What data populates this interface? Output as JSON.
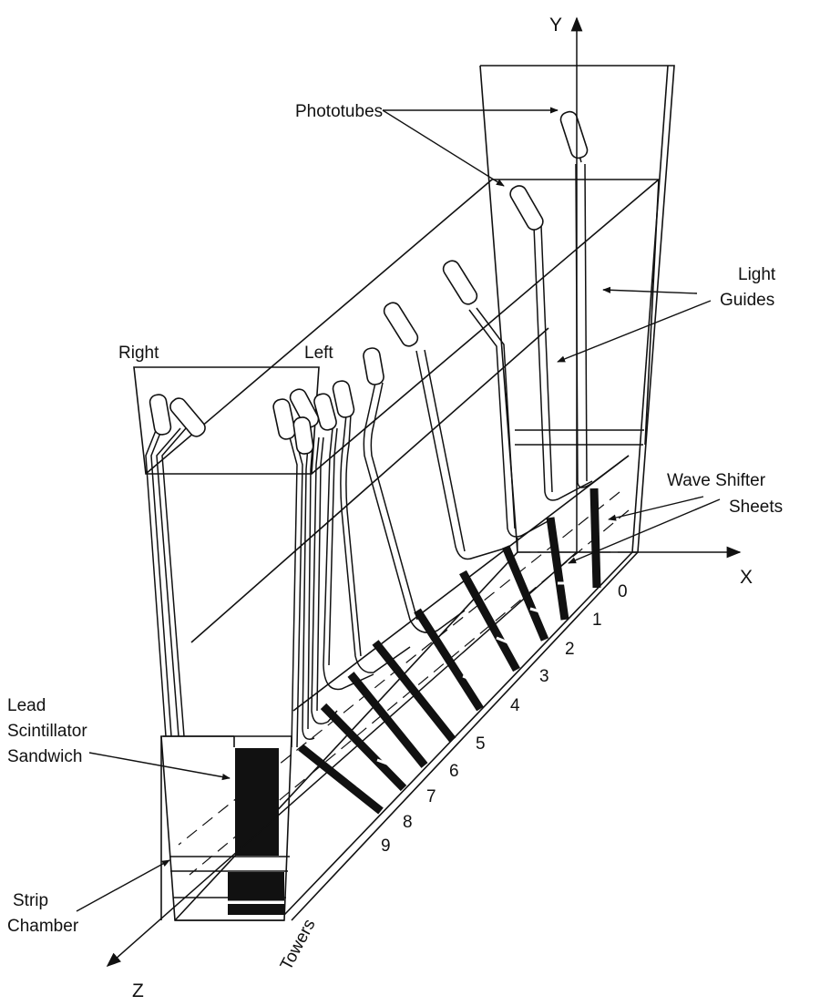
{
  "labels": {
    "phototubes": "Phototubes",
    "light_guides_1": "Light",
    "light_guides_2": "Guides",
    "right": "Right",
    "left": "Left",
    "wave_shifter_1": "Wave Shifter",
    "wave_shifter_2": "Sheets",
    "lead_1": "Lead",
    "lead_2": "Scintillator",
    "lead_3": "Sandwich",
    "strip_1": "Strip",
    "strip_2": "Chamber",
    "towers": "Towers"
  },
  "axes": {
    "x": "X",
    "y": "Y",
    "z": "Z"
  },
  "tower_numbers": [
    "0",
    "1",
    "2",
    "3",
    "4",
    "5",
    "6",
    "7",
    "8",
    "9"
  ],
  "colors": {
    "ink": "#111111",
    "background": "#ffffff"
  }
}
